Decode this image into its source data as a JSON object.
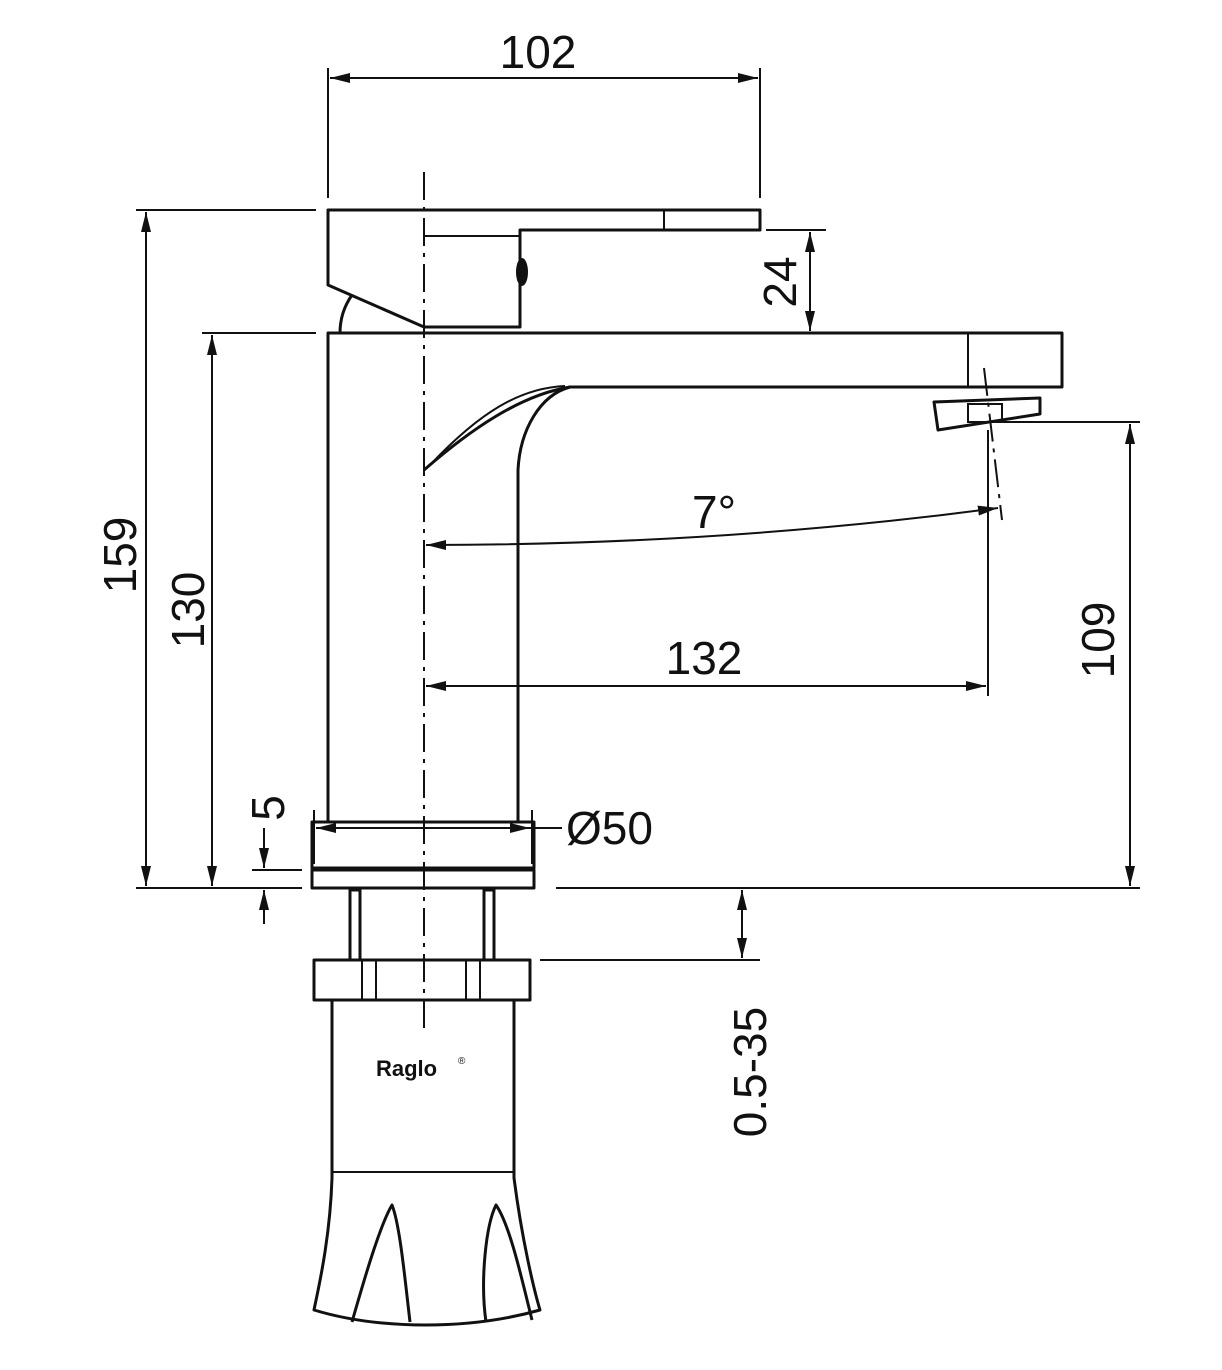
{
  "dimensions": {
    "overall_length": "102",
    "handle_height": "24",
    "total_height": "159",
    "body_height": "130",
    "spout_clearance": "109",
    "spout_reach": "132",
    "angle": "7°",
    "base_diameter": "Ø50",
    "base_plate": "5",
    "mounting_range": "0.5-35"
  },
  "brand": {
    "name": "Raglo",
    "mark": "®"
  },
  "colors": {
    "line": "#111111",
    "background": "#ffffff"
  }
}
